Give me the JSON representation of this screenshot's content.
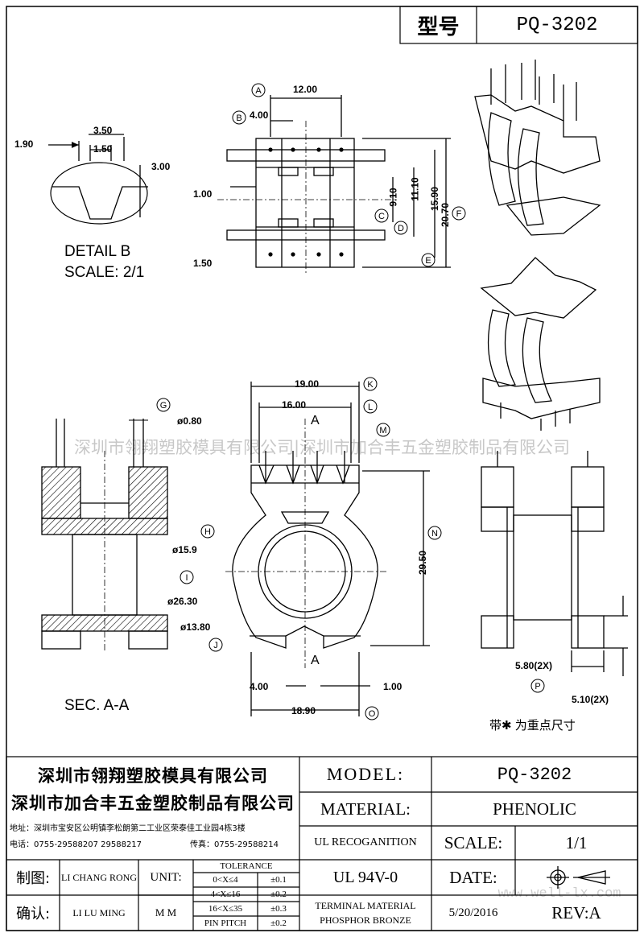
{
  "header": {
    "model_label_cn": "型号",
    "model_value": "PQ-3202"
  },
  "drawing": {
    "detail_b": {
      "title": "DETAIL B",
      "scale": "SCALE: 2/1",
      "dims": [
        "1.90",
        "3.50",
        "1.50",
        "3.00"
      ]
    },
    "top_view": {
      "dims": [
        "12.00",
        "4.00",
        "1.00",
        "9.10",
        "11.10",
        "15.90",
        "20.70",
        "1.50"
      ],
      "callouts": [
        "A",
        "B",
        "C",
        "D",
        "E",
        "F"
      ]
    },
    "section": {
      "title": "SEC. A-A",
      "dims": [
        "ø0.80"
      ],
      "callouts": [
        "G"
      ]
    },
    "front_view": {
      "dims": [
        "19.00",
        "16.00",
        "ø15.9",
        "ø26.30",
        "ø13.80",
        "29.50",
        "4.00",
        "1.00",
        "18.90"
      ],
      "callouts": [
        "K",
        "L",
        "M",
        "H",
        "I",
        "J",
        "N",
        "O"
      ],
      "cut_labels": [
        "A",
        "A"
      ]
    },
    "side_view": {
      "dims": [
        "5.80(2X)",
        "5.10(2X)"
      ],
      "callouts": [
        "P"
      ]
    },
    "note": "带✱ 为重点尺寸",
    "watermark": "深圳市翎翔塑胶模具有限公司|深圳市加合丰五金塑胶制品有限公司"
  },
  "title_block": {
    "company1": "深圳市翎翔塑胶模具有限公司",
    "company2": "深圳市加合丰五金塑胶制品有限公司",
    "address": "地址：深圳市宝安区公明镇李松朗第二工业区荣泰佳工业园4栋3楼",
    "phone": "电话：0755-29588207  29588217",
    "fax": "传真：0755-29588214",
    "model_label": "MODEL:",
    "model_value": "PQ-3202",
    "material_label": "MATERIAL:",
    "material_value": "PHENOLIC",
    "ul_label": "UL RECOGANITION",
    "ul_value": "UL 94V-0",
    "scale_label": "SCALE:",
    "scale_value": "1/1",
    "date_label": "DATE:",
    "date_value": "5/20/2016",
    "rev_label": "REV:A",
    "terminal_line1": "TERMINAL MATERIAL",
    "terminal_line2": "PHOSPHOR  BRONZE",
    "drawn_label": "制图:",
    "drawn_by": "LI CHANG RONG",
    "checked_label": "确认:",
    "checked_by": "LI LU MING",
    "unit_label": "UNIT:",
    "unit_value": "M M",
    "tolerance_title": "TOLERANCE",
    "tolerances": [
      {
        "range": "0<X≤4",
        "tol": "±0.1"
      },
      {
        "range": "4<X≤16",
        "tol": "±0.2"
      },
      {
        "range": "16<X≤35",
        "tol": "±0.3"
      },
      {
        "range": "PIN PITCH",
        "tol": "±0.2"
      }
    ],
    "site_watermark": "www.well-lx.com"
  }
}
